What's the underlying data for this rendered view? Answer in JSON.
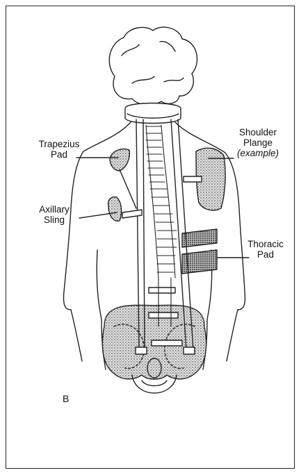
{
  "figure_letter": "B",
  "labels": {
    "trapezius_pad": [
      "Trapezius",
      "Pad"
    ],
    "shoulder_flange": [
      "Shoulder",
      "Plange",
      "(example)"
    ],
    "axillary_sling": [
      "Axillary",
      "Sling"
    ],
    "thoracic_pad": [
      "Thoracic",
      "Pad"
    ]
  },
  "colors": {
    "line": "#222222",
    "shade": "#cfcfcf",
    "paper": "#ffffff"
  }
}
